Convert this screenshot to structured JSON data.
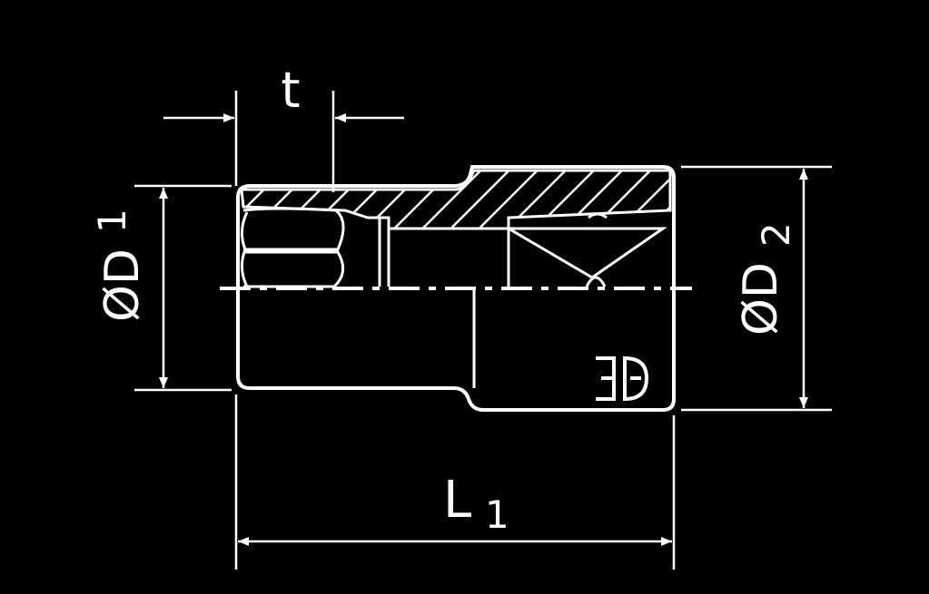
{
  "diagram": {
    "background": "#000000",
    "stroke": "#ffffff",
    "labels": {
      "t": "t",
      "d1_symbol": "ØD",
      "d1_sub": "1",
      "d2_symbol": "ØD",
      "d2_sub": "2",
      "l1_symbol": "L",
      "l1_sub": "1"
    }
  }
}
